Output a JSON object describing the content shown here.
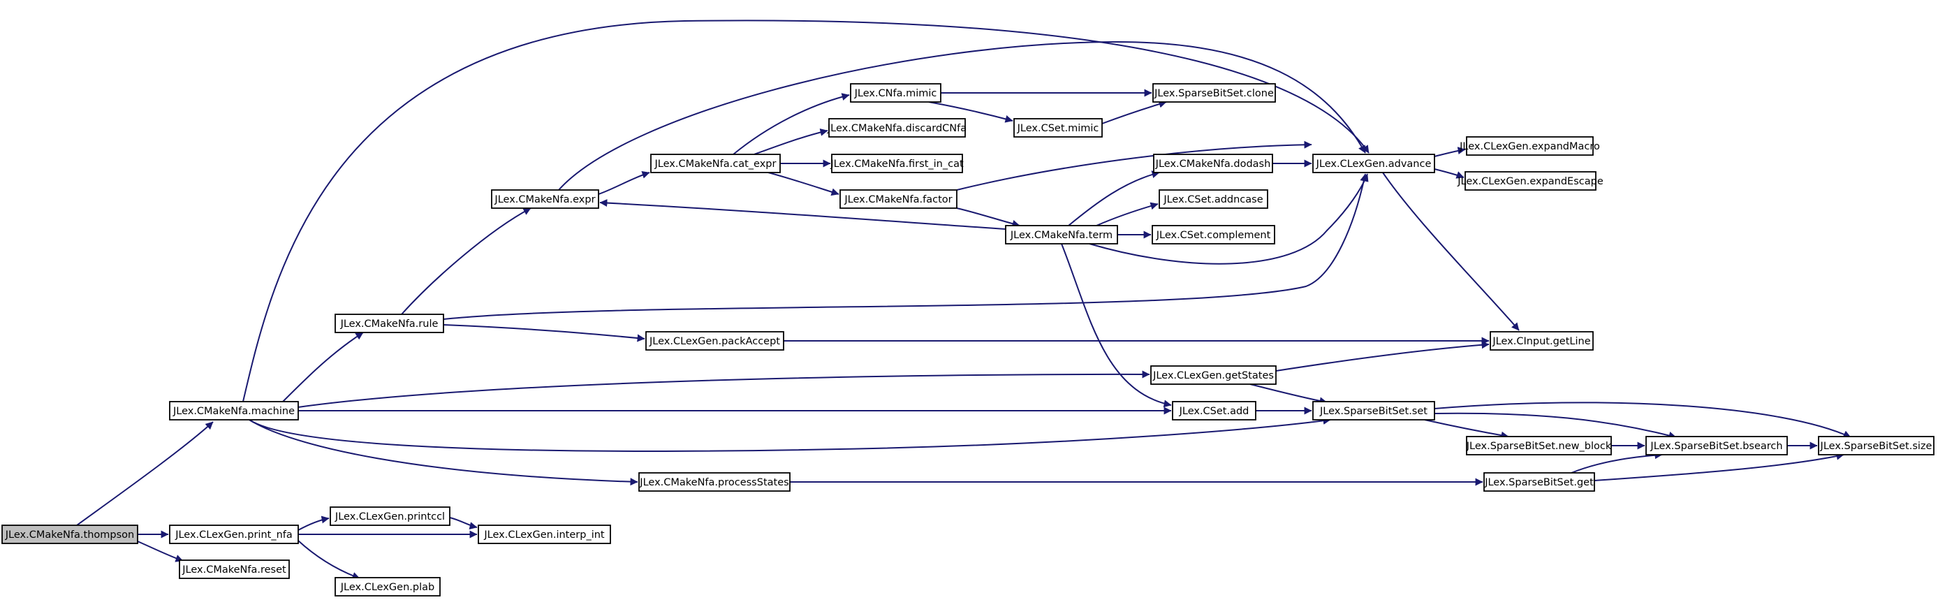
{
  "graph": {
    "root": "thompson",
    "colors": {
      "edge": "#191970",
      "root_fill": "#bfbfbf",
      "node_fill": "#ffffff",
      "node_border": "#000000"
    },
    "nodes": [
      {
        "id": "thompson",
        "label": "JLex.CMakeNfa.thompson"
      },
      {
        "id": "machine",
        "label": "JLex.CMakeNfa.machine"
      },
      {
        "id": "print_nfa",
        "label": "JLex.CLexGen.print_nfa"
      },
      {
        "id": "reset",
        "label": "JLex.CMakeNfa.reset"
      },
      {
        "id": "printccl",
        "label": "JLex.CLexGen.printccl"
      },
      {
        "id": "interp_int",
        "label": "JLex.CLexGen.interp_int"
      },
      {
        "id": "plab",
        "label": "JLex.CLexGen.plab"
      },
      {
        "id": "rule",
        "label": "JLex.CMakeNfa.rule"
      },
      {
        "id": "expr",
        "label": "JLex.CMakeNfa.expr"
      },
      {
        "id": "cat_expr",
        "label": "JLex.CMakeNfa.cat_expr"
      },
      {
        "id": "mimic",
        "label": "JLex.CNfa.mimic"
      },
      {
        "id": "discardCNfa",
        "label": "JLex.CMakeNfa.discardCNfa"
      },
      {
        "id": "first_in_cat",
        "label": "JLex.CMakeNfa.first_in_cat"
      },
      {
        "id": "factor",
        "label": "JLex.CMakeNfa.factor"
      },
      {
        "id": "cset_mimic",
        "label": "JLex.CSet.mimic"
      },
      {
        "id": "sbs_clone",
        "label": "JLex.SparseBitSet.clone"
      },
      {
        "id": "term",
        "label": "JLex.CMakeNfa.term"
      },
      {
        "id": "dodash",
        "label": "JLex.CMakeNfa.dodash"
      },
      {
        "id": "addncase",
        "label": "JLex.CSet.addncase"
      },
      {
        "id": "complement",
        "label": "JLex.CSet.complement"
      },
      {
        "id": "advance",
        "label": "JLex.CLexGen.advance"
      },
      {
        "id": "expandMacro",
        "label": "JLex.CLexGen.expandMacro"
      },
      {
        "id": "expandEscape",
        "label": "JLex.CLexGen.expandEscape"
      },
      {
        "id": "packAccept",
        "label": "JLex.CLexGen.packAccept"
      },
      {
        "id": "getLine",
        "label": "JLex.CInput.getLine"
      },
      {
        "id": "getStates",
        "label": "JLex.CLexGen.getStates"
      },
      {
        "id": "cset_add",
        "label": "JLex.CSet.add"
      },
      {
        "id": "sbs_set",
        "label": "JLex.SparseBitSet.set"
      },
      {
        "id": "new_block",
        "label": "JLex.SparseBitSet.new_block"
      },
      {
        "id": "bsearch",
        "label": "JLex.SparseBitSet.bsearch"
      },
      {
        "id": "size",
        "label": "JLex.SparseBitSet.size"
      },
      {
        "id": "processStates",
        "label": "JLex.CMakeNfa.processStates"
      },
      {
        "id": "sbs_get",
        "label": "JLex.SparseBitSet.get"
      }
    ],
    "edges": [
      {
        "from": "thompson",
        "to": "machine"
      },
      {
        "from": "thompson",
        "to": "print_nfa"
      },
      {
        "from": "thompson",
        "to": "reset"
      },
      {
        "from": "print_nfa",
        "to": "printccl"
      },
      {
        "from": "print_nfa",
        "to": "interp_int"
      },
      {
        "from": "print_nfa",
        "to": "plab"
      },
      {
        "from": "printccl",
        "to": "interp_int"
      },
      {
        "from": "machine",
        "to": "rule"
      },
      {
        "from": "machine",
        "to": "advance"
      },
      {
        "from": "machine",
        "to": "getStates"
      },
      {
        "from": "machine",
        "to": "cset_add"
      },
      {
        "from": "machine",
        "to": "sbs_set"
      },
      {
        "from": "machine",
        "to": "processStates"
      },
      {
        "from": "rule",
        "to": "expr"
      },
      {
        "from": "rule",
        "to": "advance"
      },
      {
        "from": "rule",
        "to": "packAccept"
      },
      {
        "from": "expr",
        "to": "cat_expr"
      },
      {
        "from": "expr",
        "to": "advance"
      },
      {
        "from": "cat_expr",
        "to": "mimic"
      },
      {
        "from": "cat_expr",
        "to": "discardCNfa"
      },
      {
        "from": "cat_expr",
        "to": "first_in_cat"
      },
      {
        "from": "cat_expr",
        "to": "factor"
      },
      {
        "from": "mimic",
        "to": "cset_mimic"
      },
      {
        "from": "mimic",
        "to": "sbs_clone"
      },
      {
        "from": "cset_mimic",
        "to": "sbs_clone"
      },
      {
        "from": "factor",
        "to": "advance"
      },
      {
        "from": "factor",
        "to": "term"
      },
      {
        "from": "term",
        "to": "expr"
      },
      {
        "from": "term",
        "to": "dodash"
      },
      {
        "from": "term",
        "to": "addncase"
      },
      {
        "from": "term",
        "to": "complement"
      },
      {
        "from": "term",
        "to": "advance"
      },
      {
        "from": "term",
        "to": "cset_add"
      },
      {
        "from": "dodash",
        "to": "advance"
      },
      {
        "from": "advance",
        "to": "expandMacro"
      },
      {
        "from": "advance",
        "to": "expandEscape"
      },
      {
        "from": "advance",
        "to": "getLine"
      },
      {
        "from": "packAccept",
        "to": "getLine"
      },
      {
        "from": "getStates",
        "to": "getLine"
      },
      {
        "from": "getStates",
        "to": "sbs_set"
      },
      {
        "from": "cset_add",
        "to": "sbs_set"
      },
      {
        "from": "sbs_set",
        "to": "new_block"
      },
      {
        "from": "sbs_set",
        "to": "bsearch"
      },
      {
        "from": "sbs_set",
        "to": "size"
      },
      {
        "from": "new_block",
        "to": "bsearch"
      },
      {
        "from": "bsearch",
        "to": "size"
      },
      {
        "from": "processStates",
        "to": "sbs_get"
      },
      {
        "from": "sbs_get",
        "to": "bsearch"
      },
      {
        "from": "sbs_get",
        "to": "size"
      }
    ]
  }
}
